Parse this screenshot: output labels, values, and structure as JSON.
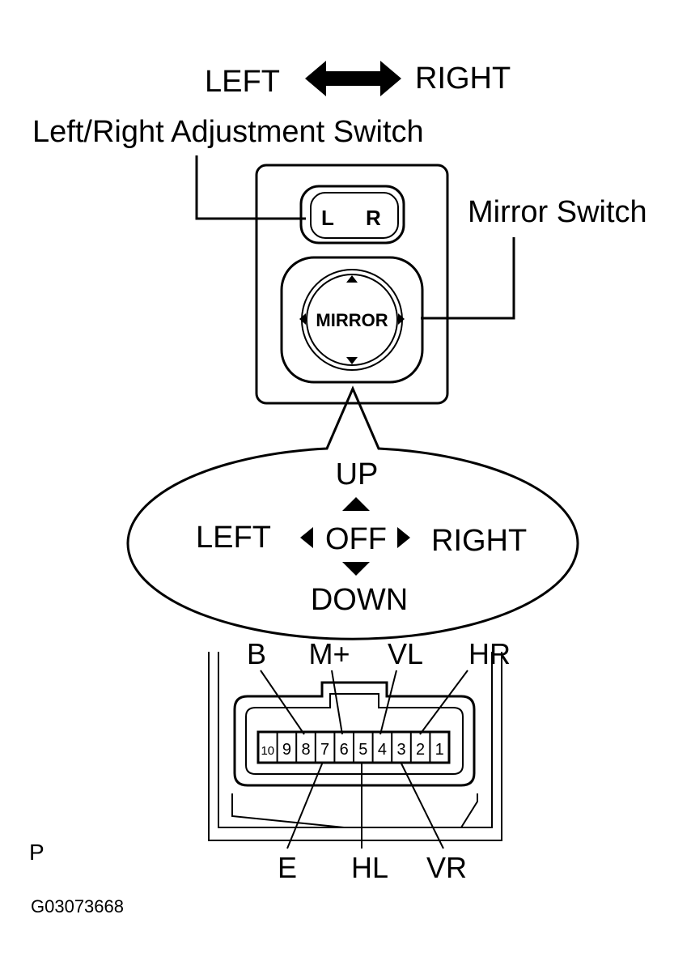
{
  "top_arrow": {
    "left": "LEFT",
    "right": "RIGHT"
  },
  "adjust_switch_label": "Left/Right Adjustment Switch",
  "mirror_switch_label": "Mirror Switch",
  "lr_switch": {
    "l": "L",
    "r": "R"
  },
  "mirror_button_label": "MIRROR",
  "direction_bubble": {
    "up": "UP",
    "down": "DOWN",
    "left": "LEFT",
    "right": "RIGHT",
    "center": "OFF"
  },
  "connector": {
    "pins": [
      "10",
      "9",
      "8",
      "7",
      "6",
      "5",
      "4",
      "3",
      "2",
      "1"
    ],
    "top_labels": [
      "B",
      "M+",
      "VL",
      "HR"
    ],
    "bottom_labels": [
      "E",
      "HL",
      "VR"
    ]
  },
  "corner_mark": "P",
  "figure_code": "G03073668"
}
